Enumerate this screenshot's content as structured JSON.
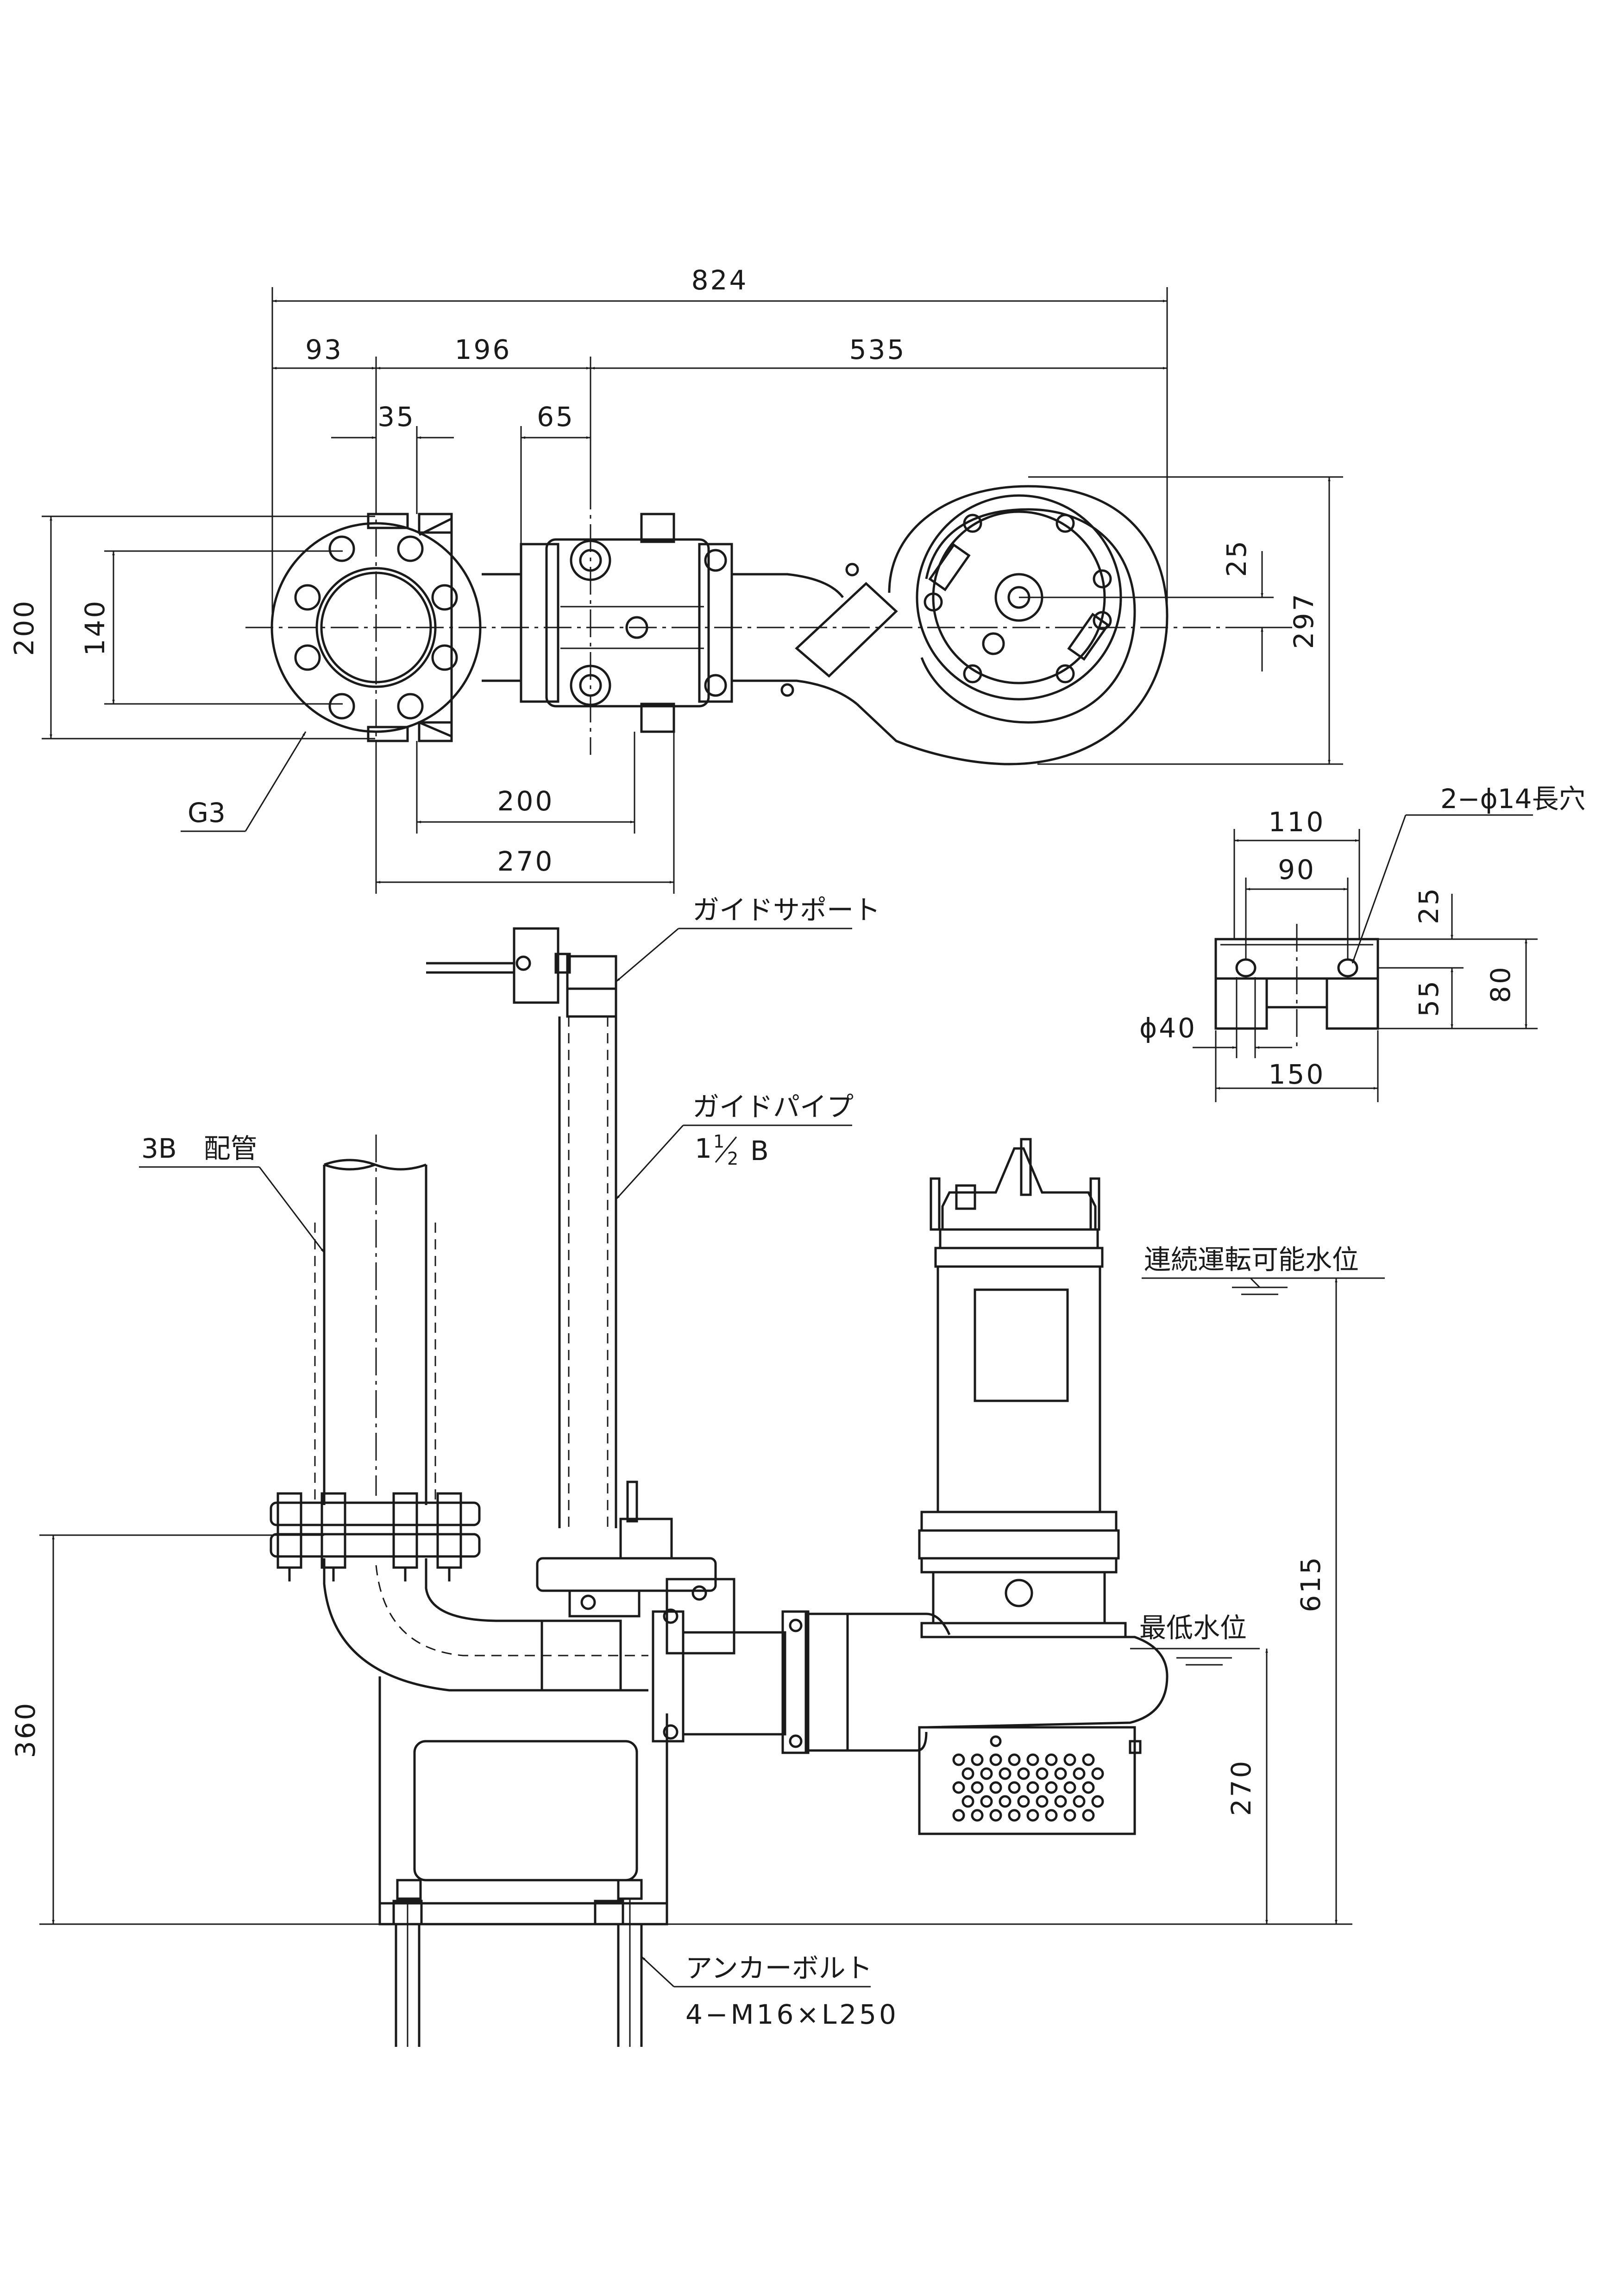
{
  "dimensions": {
    "overall_width": "824",
    "seg_left": "93",
    "seg_mid": "196",
    "seg_right": "535",
    "flange_offset": "35",
    "rail_offset": "65",
    "flange_height": "200",
    "bolt_pitch": "140",
    "base_span_200": "200",
    "base_span_270": "270",
    "pump_offset_25": "25",
    "pump_width": "297",
    "detail_110": "110",
    "detail_90": "90",
    "detail_150": "150",
    "detail_25": "25",
    "detail_55": "55",
    "detail_80": "80",
    "detail_phi40": "ϕ40",
    "height_360": "360",
    "height_615": "615",
    "height_270": "270"
  },
  "labels": {
    "g3": "G3",
    "slot_note": "2−ϕ14長穴",
    "guide_support": "ガイドサポート",
    "guide_pipe": "ガイドパイプ",
    "guide_pipe_size_main": "1",
    "guide_pipe_size_frac_num": "1",
    "guide_pipe_size_frac_den": "2",
    "guide_pipe_size_unit": "B",
    "pipe_3b": "3B　配管",
    "continuous_level": "連続運転可能水位",
    "min_level": "最低水位",
    "anchor_bolt": "アンカーボルト",
    "anchor_spec": "4−M16×L250"
  }
}
